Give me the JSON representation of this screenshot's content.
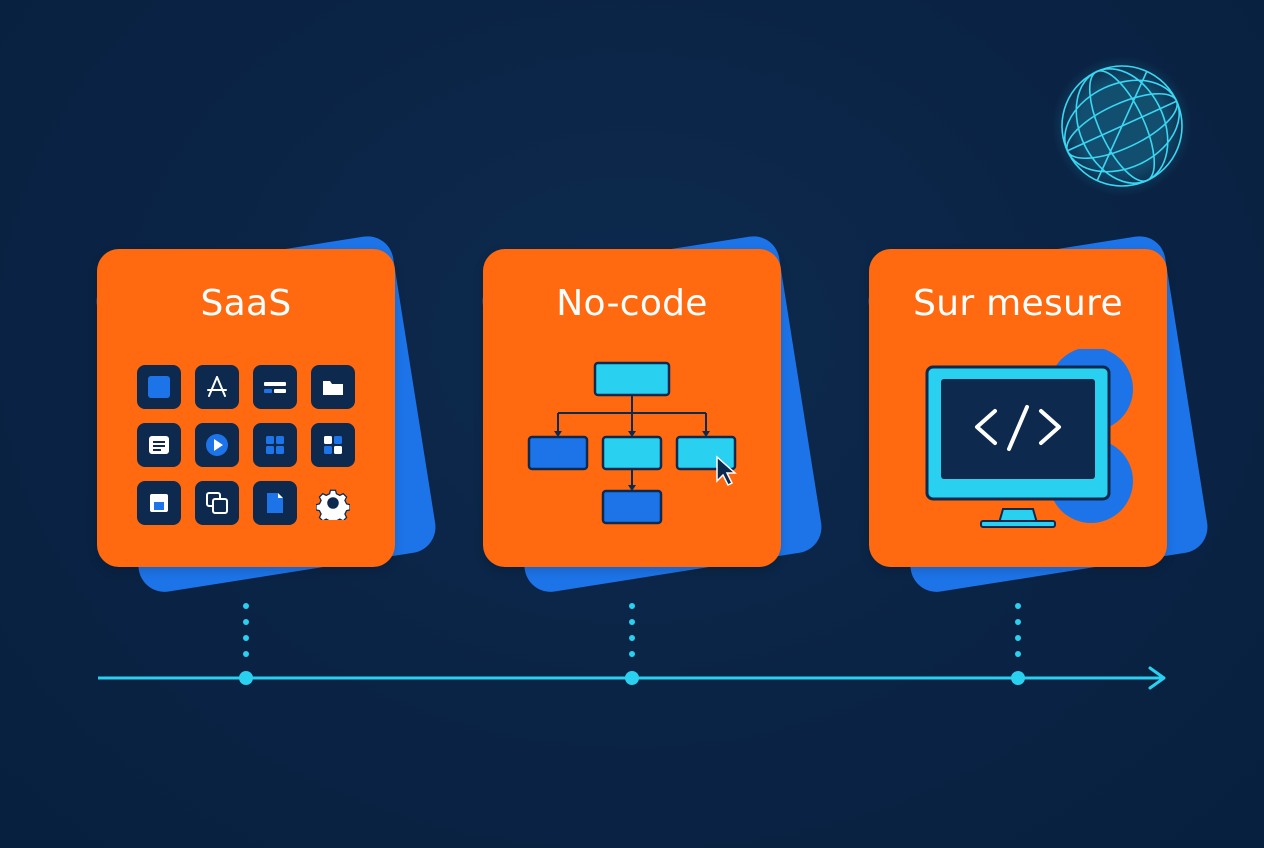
{
  "stages": [
    {
      "id": "saas",
      "title": "SaaS"
    },
    {
      "id": "nocode",
      "title": "No-code"
    },
    {
      "id": "custom",
      "title": "Sur mesure"
    }
  ],
  "colors": {
    "background": "#0a2344",
    "card": "#ff6a10",
    "card_back": "#1d74e8",
    "accent": "#2ad0f0",
    "node_dark": "#0d2a4e",
    "node_blue": "#1d74e8",
    "node_cyan": "#2ad0f0"
  },
  "icons": {
    "saas_apps": [
      "square-icon",
      "app-store-icon",
      "toggle-bar-icon",
      "folder-icon",
      "document-icon",
      "play-icon",
      "grid-icon",
      "grid-alt-icon",
      "save-icon",
      "copy-icon",
      "file-icon",
      "gear-icon"
    ],
    "nocode": "flowchart-icon",
    "custom": "code-monitor-icon",
    "decor": "globe-icon"
  }
}
